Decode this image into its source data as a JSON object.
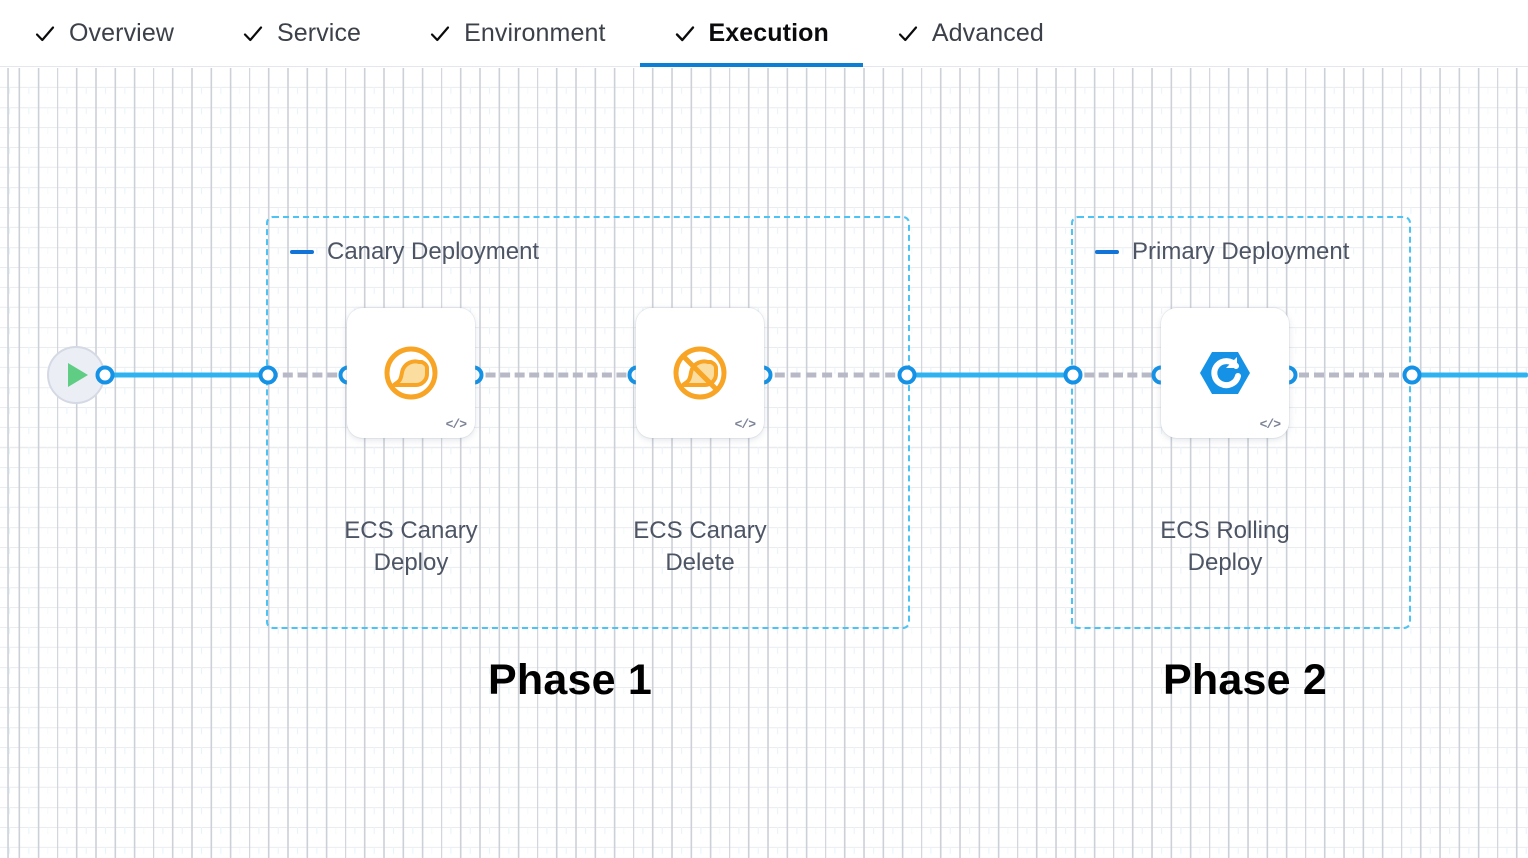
{
  "tabs": [
    {
      "label": "Overview",
      "icon": "check-icon",
      "active": false
    },
    {
      "label": "Service",
      "icon": "check-icon",
      "active": false
    },
    {
      "label": "Environment",
      "icon": "check-icon",
      "active": false
    },
    {
      "label": "Execution",
      "icon": "check-icon",
      "active": true
    },
    {
      "label": "Advanced",
      "icon": "check-icon",
      "active": false
    }
  ],
  "canvas": {
    "start_node": {
      "icon": "play-icon",
      "name": "pipeline-start"
    },
    "groups": [
      {
        "title": "Canary Deployment",
        "collapse_icon": "minus-icon"
      },
      {
        "title": "Primary Deployment",
        "collapse_icon": "minus-icon"
      }
    ],
    "nodes": [
      {
        "label": "ECS Canary\nDeploy",
        "icon": "canary-bird-icon",
        "badge": "</>"
      },
      {
        "label": "ECS Canary\nDelete",
        "icon": "canary-bird-slash-icon",
        "badge": "</>"
      },
      {
        "label": "ECS Rolling\nDeploy",
        "icon": "rolling-deploy-icon",
        "badge": "</>"
      }
    ],
    "annotations": [
      {
        "text": "Phase 1"
      },
      {
        "text": "Phase 2"
      }
    ]
  },
  "colors": {
    "accent_blue": "#0b7fd4",
    "connector_blue": "#2eb3f0",
    "dot_blue": "#1592e6",
    "group_border": "#4cc3f5",
    "dashed_gray": "#b8b9c6",
    "canary_orange": "#f5a623",
    "rolling_blue": "#1592e6",
    "play_green": "#5fce84",
    "label_gray": "#4d5564"
  }
}
